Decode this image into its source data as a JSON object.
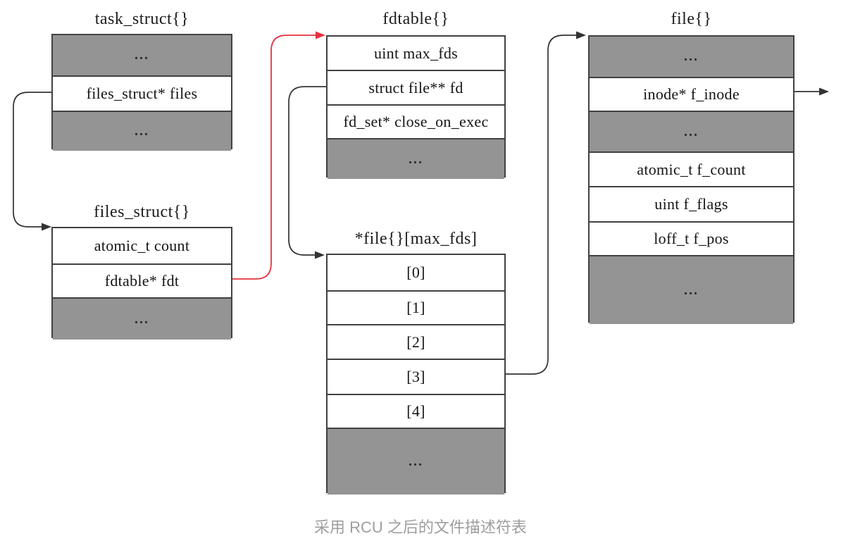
{
  "caption": "采用 RCU 之后的文件描述符表",
  "colors": {
    "row_gray_fill": "#949494",
    "box_border": "#414141",
    "arrow_black": "#333333",
    "arrow_red": "#e8323f",
    "caption_text": "#9e9e9e",
    "background": "#ffffff"
  },
  "structs": [
    {
      "title": "task_struct{}",
      "rows": [
        {
          "label": "..."
        },
        {
          "label": "files_struct* files"
        },
        {
          "label": "..."
        }
      ]
    },
    {
      "title": "files_struct{}",
      "rows": [
        {
          "label": "atomic_t count"
        },
        {
          "label": "fdtable* fdt"
        },
        {
          "label": "..."
        }
      ]
    },
    {
      "title": "fdtable{}",
      "rows": [
        {
          "label": "uint max_fds"
        },
        {
          "label": "struct file** fd"
        },
        {
          "label": "fd_set* close_on_exec"
        },
        {
          "label": "..."
        }
      ]
    },
    {
      "title": "*file{}[max_fds]",
      "rows": [
        {
          "label": "[0]"
        },
        {
          "label": "[1]"
        },
        {
          "label": "[2]"
        },
        {
          "label": "[3]"
        },
        {
          "label": "[4]"
        },
        {
          "label": "..."
        }
      ]
    },
    {
      "title": "file{}",
      "rows": [
        {
          "label": "..."
        },
        {
          "label": "inode* f_inode"
        },
        {
          "label": "..."
        },
        {
          "label": "atomic_t f_count"
        },
        {
          "label": "uint f_flags"
        },
        {
          "label": "loff_t f_pos"
        },
        {
          "label": "..."
        }
      ]
    }
  ],
  "arrows": [
    {
      "from": "task_struct.files",
      "to": "files_struct",
      "color": "#333333"
    },
    {
      "from": "files_struct.fdt",
      "to": "fdtable",
      "color": "#e8323f"
    },
    {
      "from": "fdtable.fd",
      "to": "*file{}[max_fds]",
      "color": "#333333"
    },
    {
      "from": "*file{}[3]",
      "to": "file",
      "color": "#333333"
    },
    {
      "from": "file.f_inode",
      "to": "inode (outside diagram)",
      "color": "#333333"
    }
  ]
}
